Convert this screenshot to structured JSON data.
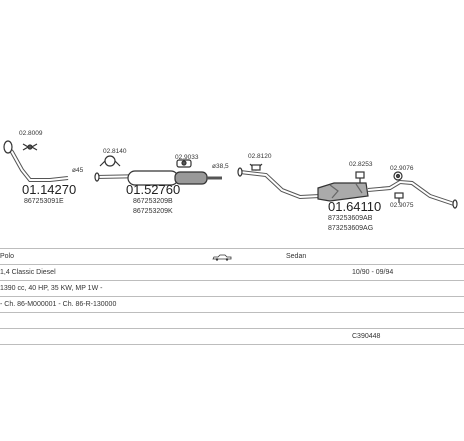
{
  "parts": {
    "clamp_1": "02.8009",
    "pipe_1_number": "01.14270",
    "pipe_1_oem": "867253091E",
    "diameter_1": "ø45",
    "clamp_2": "02.8140",
    "silencer_1_number": "01.52760",
    "silencer_1_oem_1": "867253209B",
    "silencer_1_oem_2": "867253209K",
    "hanger_1": "02.9033",
    "diameter_2": "ø38,5",
    "hanger_2": "02.8120",
    "silencer_2_number": "01.64110",
    "silencer_2_oem_1": "873253609AB",
    "silencer_2_oem_2": "873253609AG",
    "hanger_3": "02.8253",
    "hanger_4": "02.9076",
    "hanger_5": "02.9075"
  },
  "info": {
    "model": "Polo",
    "body": "Sedan",
    "engine": "1,4 Classic Diesel",
    "period": "10/90 - 09/94",
    "specs": "1390 cc, 40 HP, 35 KW, MP 1W -",
    "chassis": "- Ch. 86-M000001 - Ch. 86-R-130000",
    "catalog": "C390448"
  }
}
